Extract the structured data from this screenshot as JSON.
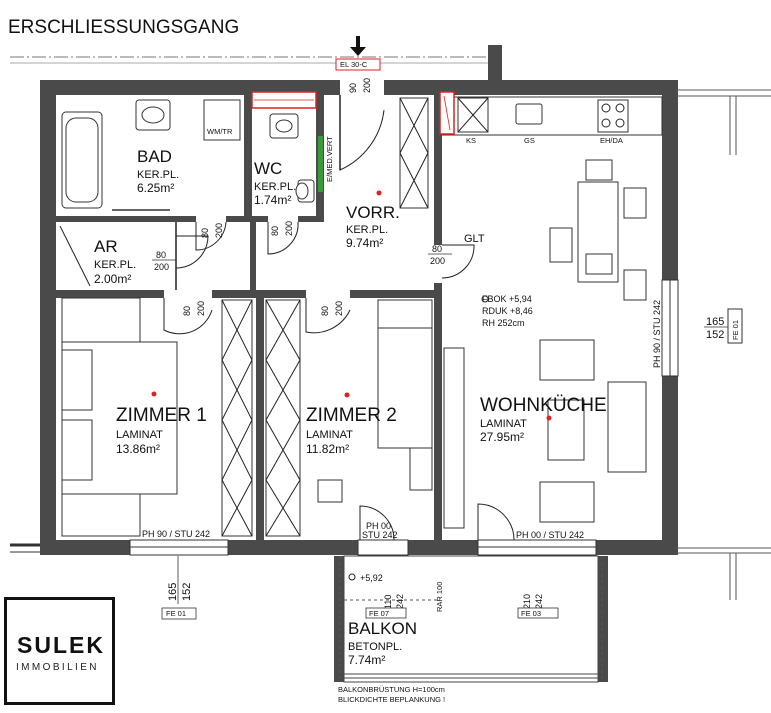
{
  "header": {
    "corridor": "ERSCHLIESSUNGSGANG",
    "unit_tag": "EL 30-C"
  },
  "rooms": {
    "bad": {
      "name": "BAD",
      "floor": "KER.PL.",
      "area": "6.25m²"
    },
    "wc": {
      "name": "WC",
      "floor": "KER.PL.",
      "area": "1.74m²"
    },
    "vorr": {
      "name": "VORR.",
      "floor": "KER.PL.",
      "area": "9.74m²"
    },
    "ar": {
      "name": "AR",
      "floor": "KER.PL.",
      "area": "2.00m²"
    },
    "zimmer1": {
      "name": "ZIMMER 1",
      "floor": "LAMINAT",
      "area": "13.86m²"
    },
    "zimmer2": {
      "name": "ZIMMER 2",
      "floor": "LAMINAT",
      "area": "11.82m²"
    },
    "wohnkueche": {
      "name": "WOHNKÜCHE",
      "floor": "LAMINAT",
      "area": "27.95m²"
    },
    "balkon": {
      "name": "BALKON",
      "floor": "BETONPL.",
      "area": "7.74m²"
    }
  },
  "labels": {
    "wm_tr": "WM/TR",
    "ks": "KS",
    "gs": "GS",
    "eh_da": "EH/DA",
    "glt": "GLT",
    "e_med_vert": "E/MED.VERT",
    "fbok": "FBOK +5,94",
    "rduk": "RDUK +8,46",
    "rh": "RH 252cm",
    "balkon_level": "+5,92",
    "railing_1": "BALKONBRÜSTUNG H=100cm",
    "railing_2": "BLICKDICHTE BEPLANKUNG !"
  },
  "doors": {
    "entry_w": "90",
    "entry_h": "200",
    "bad_w": "80",
    "bad_h": "200",
    "wc_w": "80",
    "wc_h": "200",
    "ar_w": "80",
    "ar_h": "200",
    "kitchen_w": "80",
    "kitchen_h": "200",
    "z1_w": "80",
    "z1_h": "200",
    "z2_w": "80",
    "z2_h": "200"
  },
  "windows": {
    "z1": "PH 90 / STU 242",
    "z2_top": "PH 00",
    "z2_bot": "STU 242",
    "wk_bottom": "PH 00 / STU 242",
    "wk_side": "PH 90 / STU 242",
    "w_top": "165",
    "w_bot": "152",
    "fe01": "FE 01",
    "fe07": "FE 07",
    "fe03": "FE 03",
    "bal_left_top": "110",
    "bal_left_bot": "242",
    "bal_right_top": "210",
    "bal_right_bot": "242",
    "rar": "RAR 100"
  },
  "logo": {
    "name": "SULEK",
    "sub": "IMMOBILIEN"
  }
}
